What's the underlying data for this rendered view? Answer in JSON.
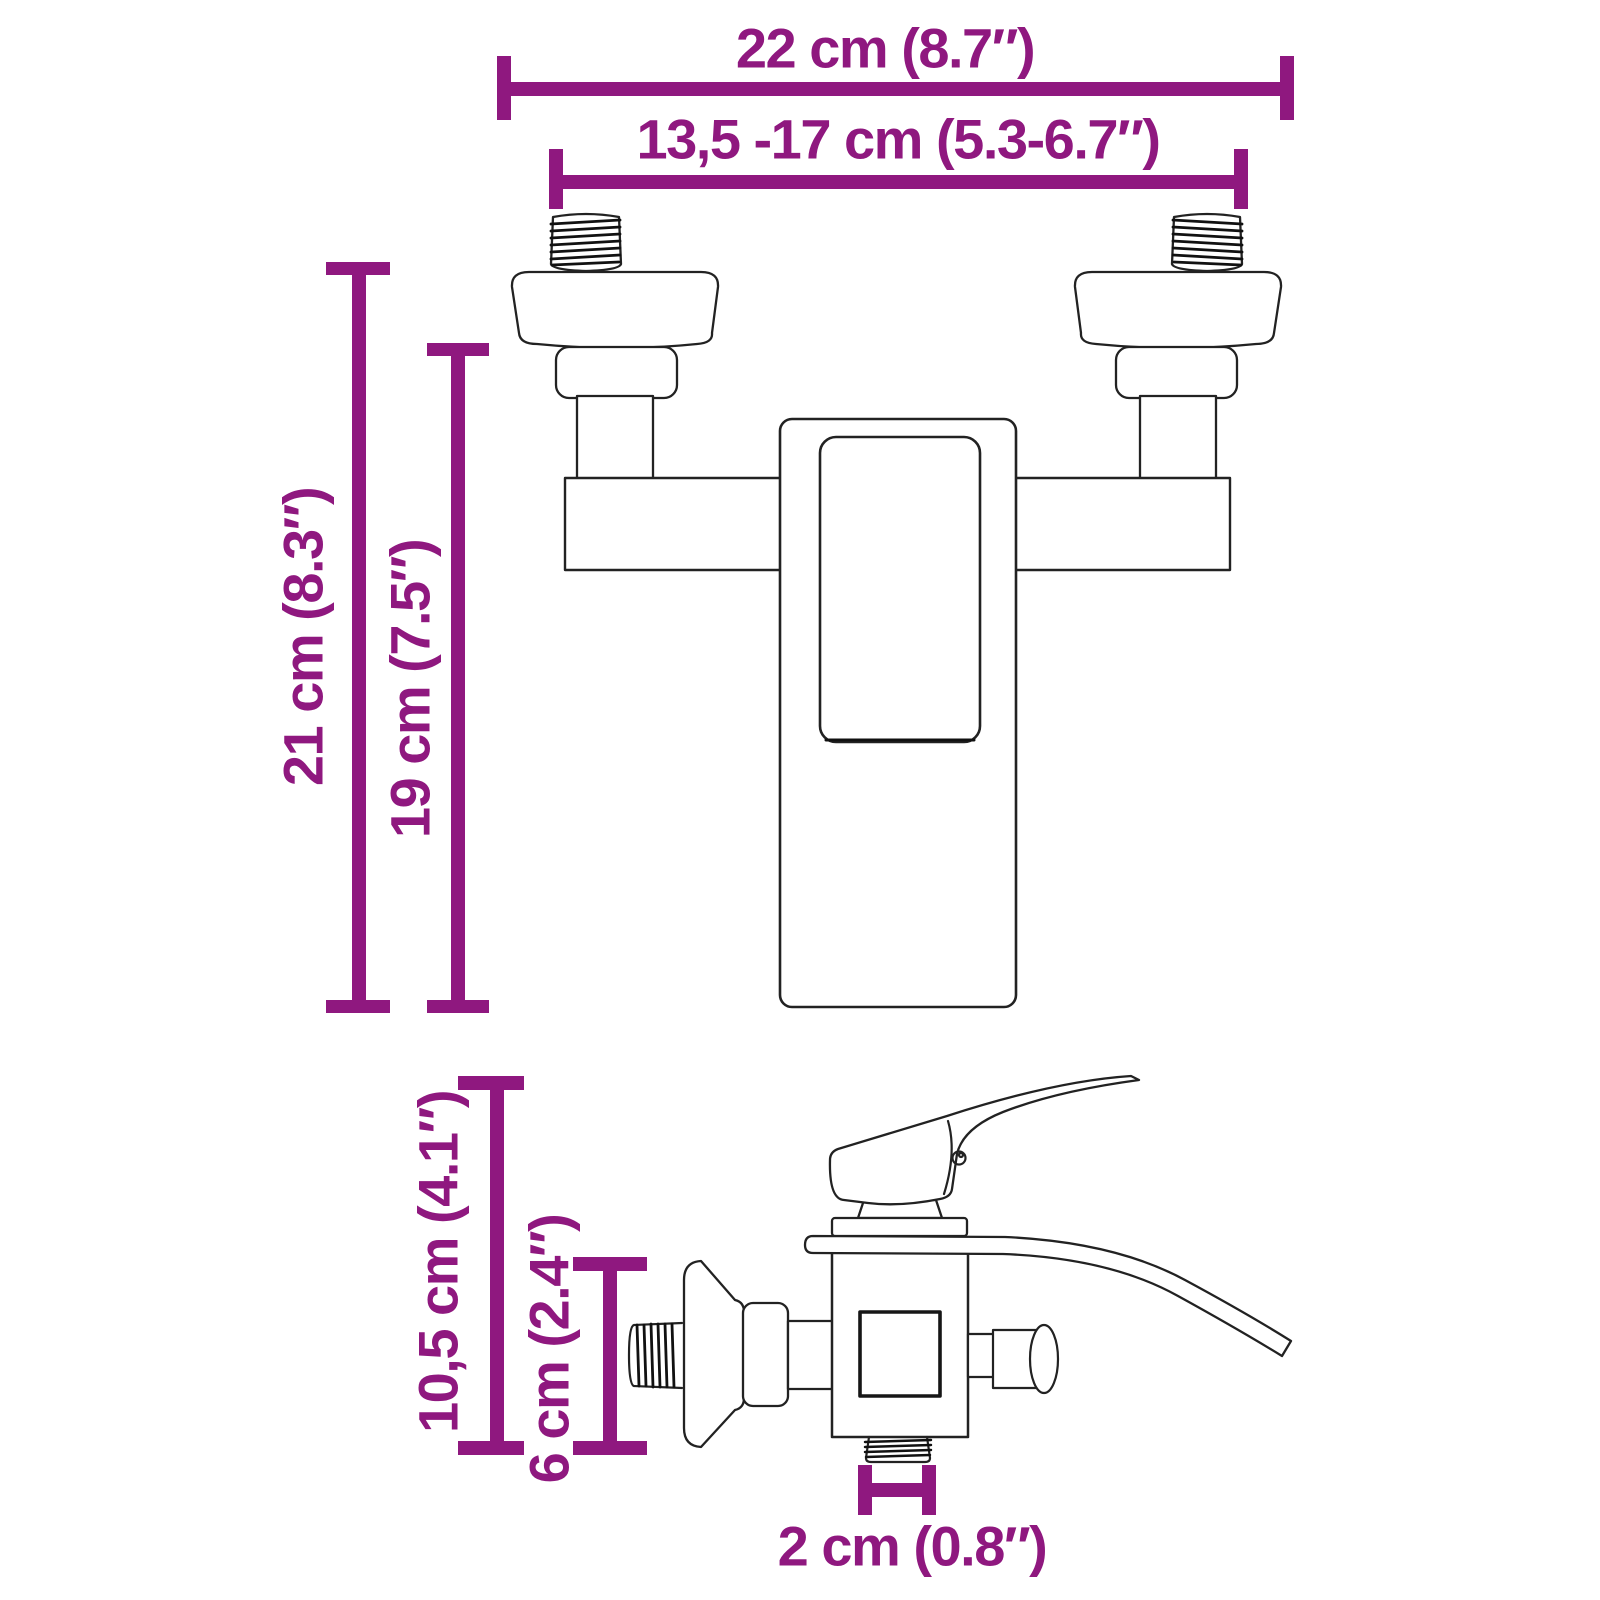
{
  "figure": {
    "kind": "product dimension drawing",
    "subject": "wall-mounted bathtub faucet mixer with waterfall spout",
    "views": {
      "top": "front view",
      "bottom": "side view"
    },
    "accent_color": "#8f187f",
    "line_color": "#222222",
    "background_color": "#ffffff"
  },
  "dimensions": {
    "total_width": {
      "label": "22 cm (8.7″)",
      "orientation": "horizontal"
    },
    "inlet_span": {
      "label": "13,5 -17 cm (5.3-6.7″)",
      "orientation": "horizontal"
    },
    "total_height": {
      "label": "21 cm (8.3″)",
      "orientation": "vertical"
    },
    "body_height": {
      "label": "19 cm (7.5″)",
      "orientation": "vertical"
    },
    "total_depth": {
      "label": "10,5 cm (4.1″)",
      "orientation": "vertical"
    },
    "body_depth": {
      "label": "6 cm (2.4″)",
      "orientation": "vertical"
    },
    "outlet_width": {
      "label": "2 cm (0.8″)",
      "orientation": "horizontal"
    }
  }
}
